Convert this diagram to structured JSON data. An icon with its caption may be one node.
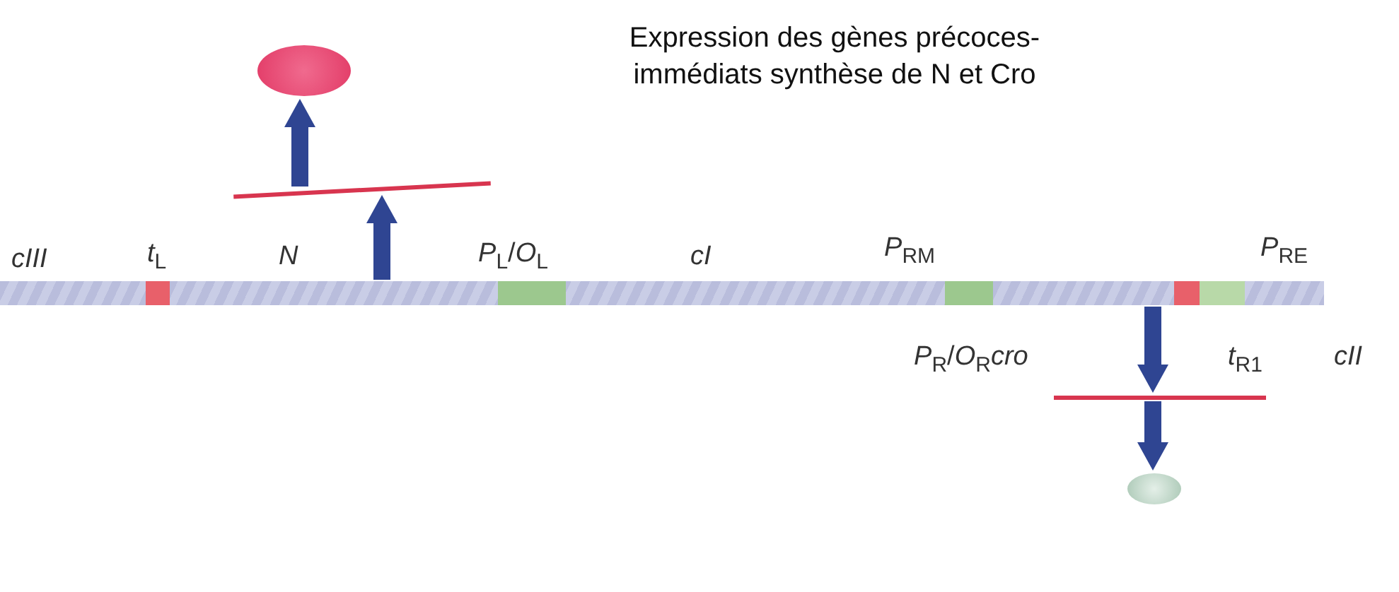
{
  "diagram": {
    "title": "Expression des gènes précoces-immédiats synthèse de N et Cro",
    "nodes": [
      {
        "text": [],
        "shape": "circle"
      },
      {
        "text": [],
        "shape": "bar"
      },
      {
        "text": [],
        "shape": "bar"
      },
      {
        "text": [],
        "shape": "bar"
      },
      {
        "text": [],
        "shape": "circle"
      }
    ],
    "edges": [
      {
        "from": 2,
        "to": 1,
        "arrow": "to"
      },
      {
        "from": 1,
        "to": 0,
        "arrow": "to"
      },
      {
        "from": 2,
        "to": 3,
        "arrow": "to"
      },
      {
        "from": 3,
        "to": 4,
        "arrow": "to"
      }
    ],
    "labels": [
      "cIII",
      "*t*$_{L}$",
      "N",
      "*P*$_{L}$/*O*$_{L}$",
      "cI",
      "*P*$_{RM}$",
      "*P*$_{RE}$",
      "*P*$_{R}$/*O*$_{R}$*cro*",
      "*t*$_{R1}$",
      "cII"
    ]
  }
}
